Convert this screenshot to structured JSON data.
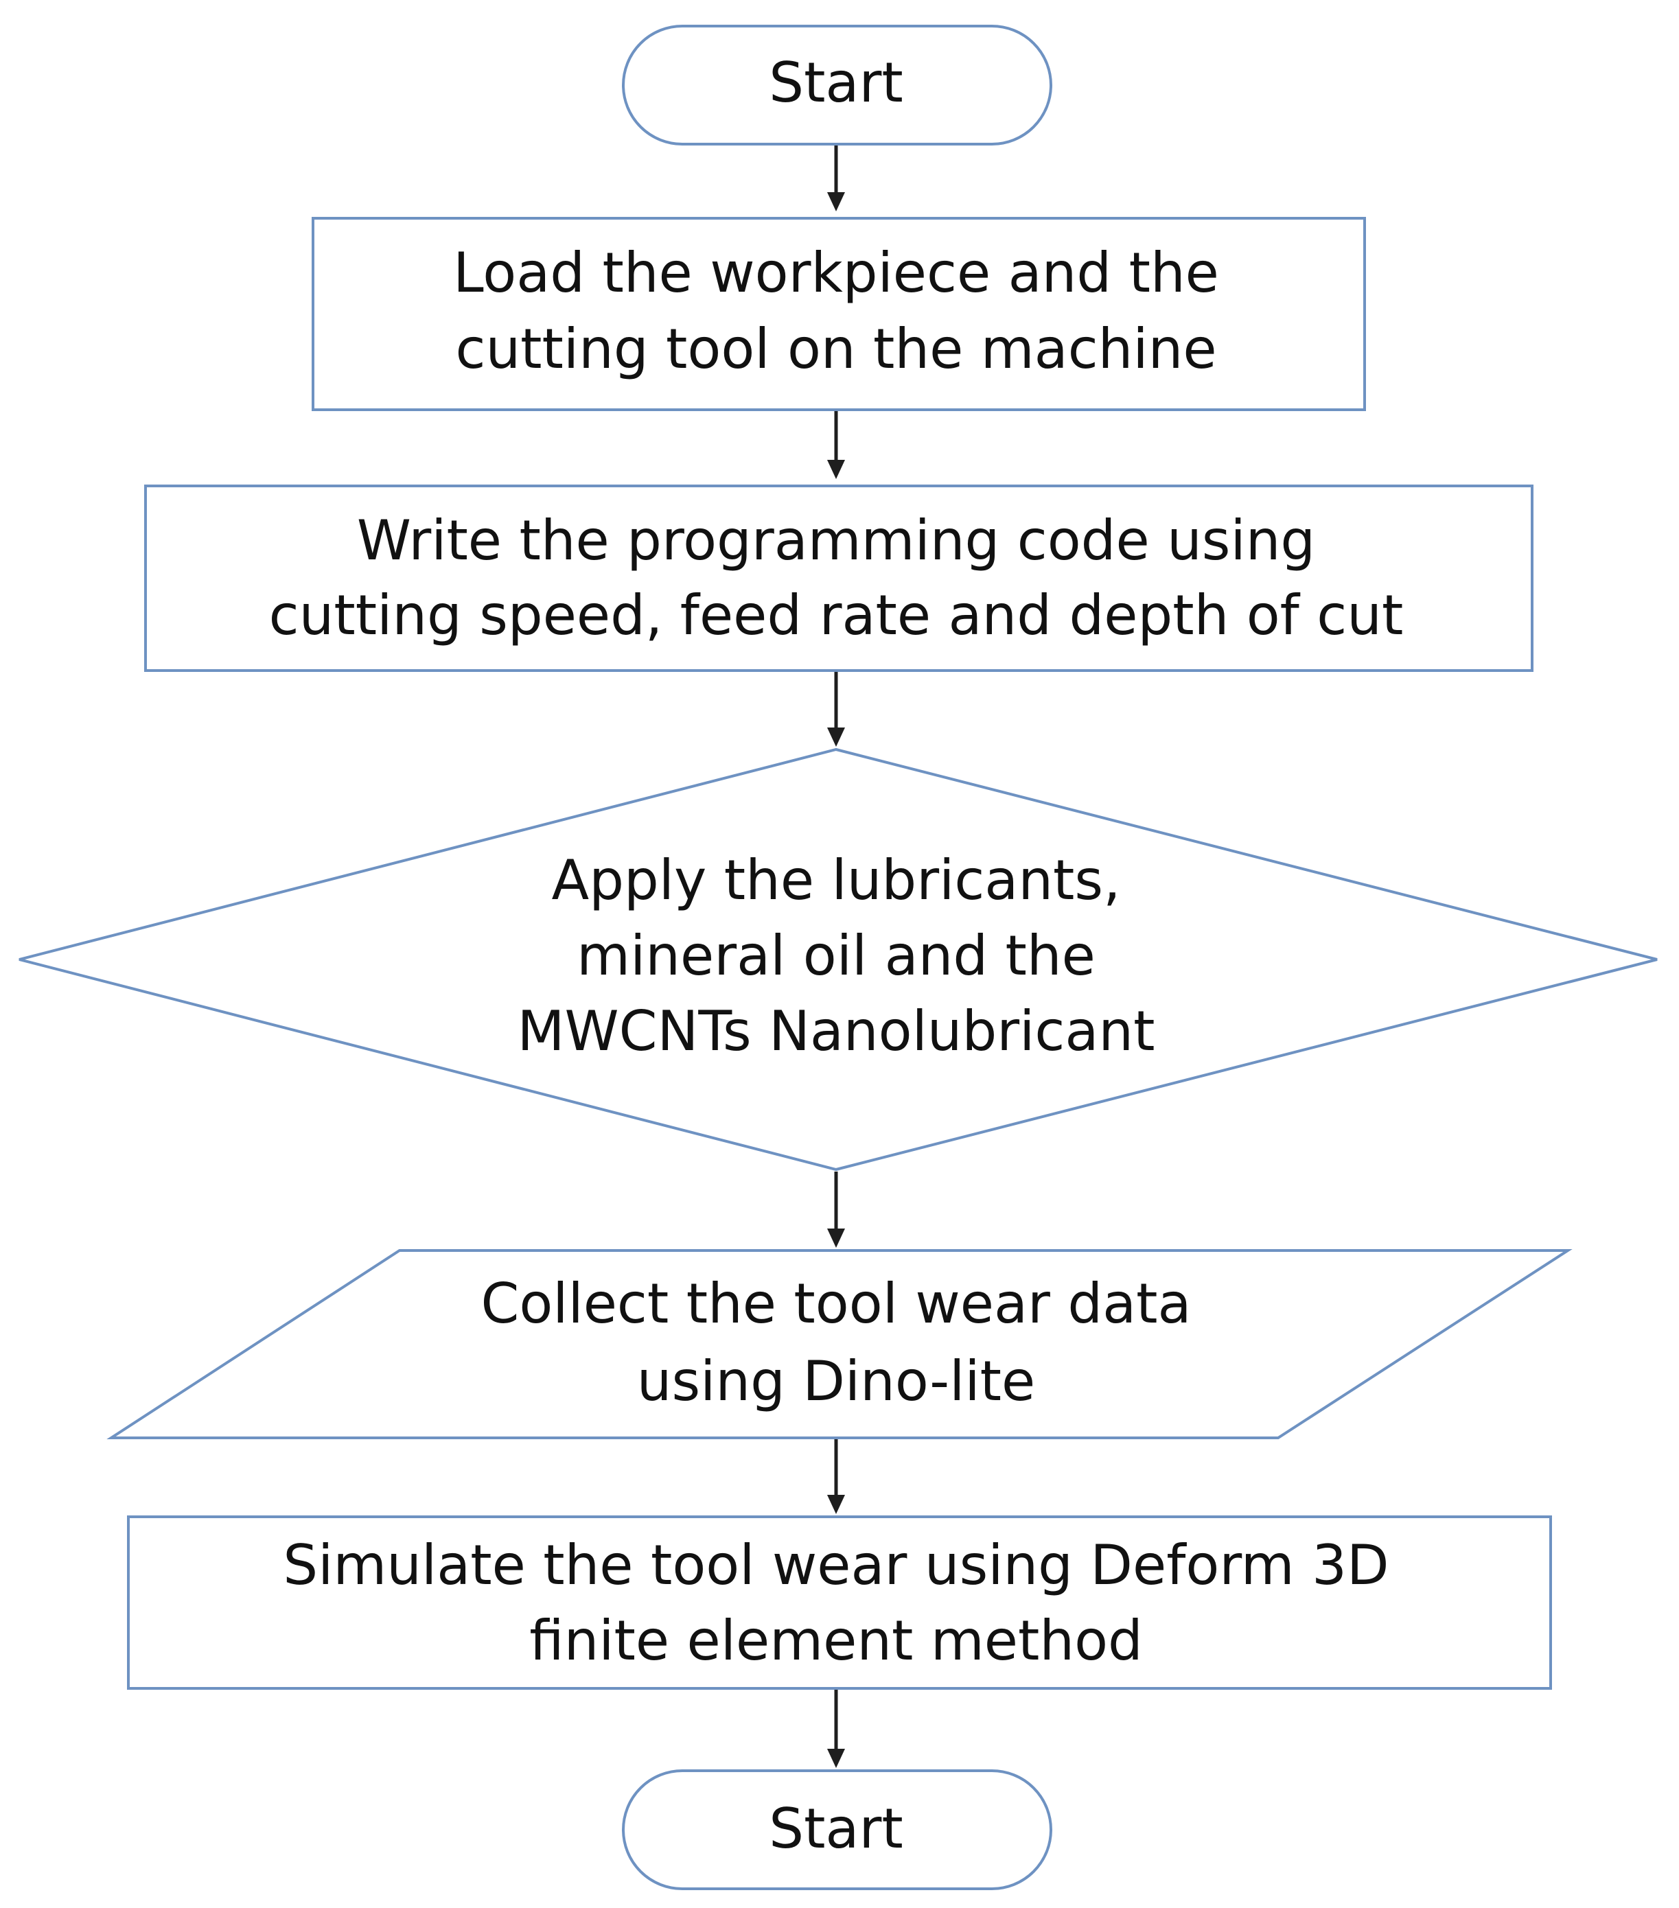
{
  "diagram": {
    "type": "flowchart",
    "colors": {
      "shape_stroke": "#6e92c2",
      "shape_fill": "#ffffff",
      "connector": "#1e1e1e",
      "text": "#111111"
    },
    "nodes": [
      {
        "id": "start",
        "shape": "terminator",
        "lines": [
          "Start"
        ]
      },
      {
        "id": "load",
        "shape": "process",
        "lines": [
          "Load the workpiece and the",
          "cutting tool on the machine"
        ]
      },
      {
        "id": "write",
        "shape": "process",
        "lines": [
          "Write the programming code using",
          "cutting speed, feed rate and depth of cut"
        ]
      },
      {
        "id": "apply",
        "shape": "decision",
        "lines": [
          "Apply the lubricants,",
          "mineral oil and the",
          "MWCNTs Nanolubricant"
        ]
      },
      {
        "id": "collect",
        "shape": "data",
        "lines": [
          "Collect the tool wear data",
          "using Dino-lite"
        ]
      },
      {
        "id": "simulate",
        "shape": "process",
        "lines": [
          "Simulate the tool wear using Deform 3D",
          "finite element method"
        ]
      },
      {
        "id": "end",
        "shape": "terminator",
        "lines": [
          "Start"
        ]
      }
    ],
    "edges": [
      {
        "from": "start",
        "to": "load"
      },
      {
        "from": "load",
        "to": "write"
      },
      {
        "from": "write",
        "to": "apply"
      },
      {
        "from": "apply",
        "to": "collect"
      },
      {
        "from": "collect",
        "to": "simulate"
      },
      {
        "from": "simulate",
        "to": "end"
      }
    ]
  }
}
